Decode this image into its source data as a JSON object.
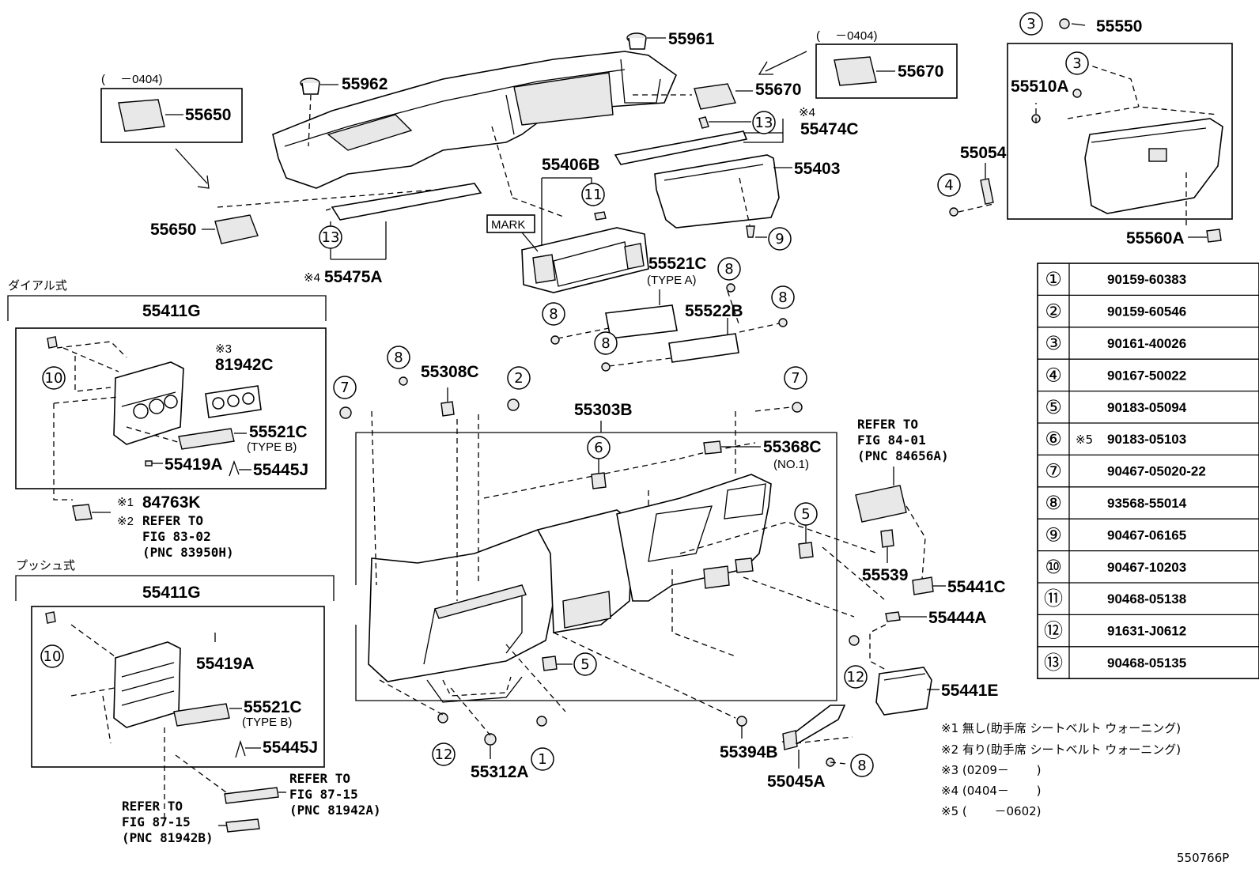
{
  "diagram_id": "550766P",
  "part_labels": {
    "p55961": "55961",
    "p55962": "55962",
    "p55650_box": "55650",
    "p55650": "55650",
    "p55670": "55670",
    "p55670_box": "55670",
    "p55550": "55550",
    "p55510A": "55510A",
    "p55054": "55054",
    "p55560A": "55560A",
    "p55474C": "55474C",
    "p55403": "55403",
    "p55406B": "55406B",
    "p55475A": "55475A",
    "p55521C_a": "55521C",
    "p55522B": "55522B",
    "p55411G_1": "55411G",
    "p81942C": "81942C",
    "p55521C_b": "55521C",
    "p55419A_1": "55419A",
    "p55445J_1": "55445J",
    "p84763K": "84763K",
    "p55411G_2": "55411G",
    "p55419A_2": "55419A",
    "p55521C_c": "55521C",
    "p55445J_2": "55445J",
    "p55308C": "55308C",
    "p55303B": "55303B",
    "p55368C": "55368C",
    "p55539": "55539",
    "p55441C": "55441C",
    "p55444A": "55444A",
    "p55441E": "55441E",
    "p55394B": "55394B",
    "p55045A": "55045A",
    "p55312A": "55312A"
  },
  "sub_labels": {
    "range_0404_left": "(　 －0404)",
    "range_0404_right": "(　 －0404)",
    "type_a": "(TYPE A)",
    "type_b_1": "(TYPE B)",
    "type_b_2": "(TYPE B)",
    "no1": "(NO.1)",
    "mark": "MARK",
    "note3": "※3",
    "note4_a": "※4",
    "note4_b": "※4",
    "note1": "※1",
    "note2": "※2"
  },
  "sections": {
    "dial": "ダイアル式",
    "push": "プッシュ式"
  },
  "references": {
    "ref_84": [
      "REFER TO",
      "FIG 84-01",
      "(PNC 84656A)"
    ],
    "ref_83": [
      "REFER TO",
      "FIG 83-02",
      "(PNC 83950H)"
    ],
    "ref_87a": [
      "REFER TO",
      "FIG 87-15",
      "(PNC 81942A)"
    ],
    "ref_87b": [
      "REFER TO",
      "FIG 87-15",
      "(PNC 81942B)"
    ]
  },
  "fastener_table": [
    {
      "key": "①",
      "prefix": "",
      "part": "90159-60383"
    },
    {
      "key": "②",
      "prefix": "",
      "part": "90159-60546"
    },
    {
      "key": "③",
      "prefix": "",
      "part": "90161-40026"
    },
    {
      "key": "④",
      "prefix": "",
      "part": "90167-50022"
    },
    {
      "key": "⑤",
      "prefix": "",
      "part": "90183-05094"
    },
    {
      "key": "⑥",
      "prefix": "※5",
      "part": "90183-05103"
    },
    {
      "key": "⑦",
      "prefix": "",
      "part": "90467-05020-22"
    },
    {
      "key": "⑧",
      "prefix": "",
      "part": "93568-55014"
    },
    {
      "key": "⑨",
      "prefix": "",
      "part": "90467-06165"
    },
    {
      "key": "⑩",
      "prefix": "",
      "part": "90467-10203"
    },
    {
      "key": "⑪",
      "prefix": "",
      "part": "90468-05138"
    },
    {
      "key": "⑫",
      "prefix": "",
      "part": "91631-J0612"
    },
    {
      "key": "⑬",
      "prefix": "",
      "part": "90468-05135"
    }
  ],
  "callout_numbers": [
    "1",
    "2",
    "3",
    "4",
    "5",
    "6",
    "7",
    "8",
    "9",
    "10",
    "11",
    "12",
    "13"
  ],
  "footnotes": [
    "※1 無し(助手席 シートベルト ウォーニング)",
    "※2 有り(助手席 シートベルト ウォーニング)",
    "※3 (0209－　　 )",
    "※4 (0404－　　 )",
    "※5 (　　 －0602)"
  ]
}
